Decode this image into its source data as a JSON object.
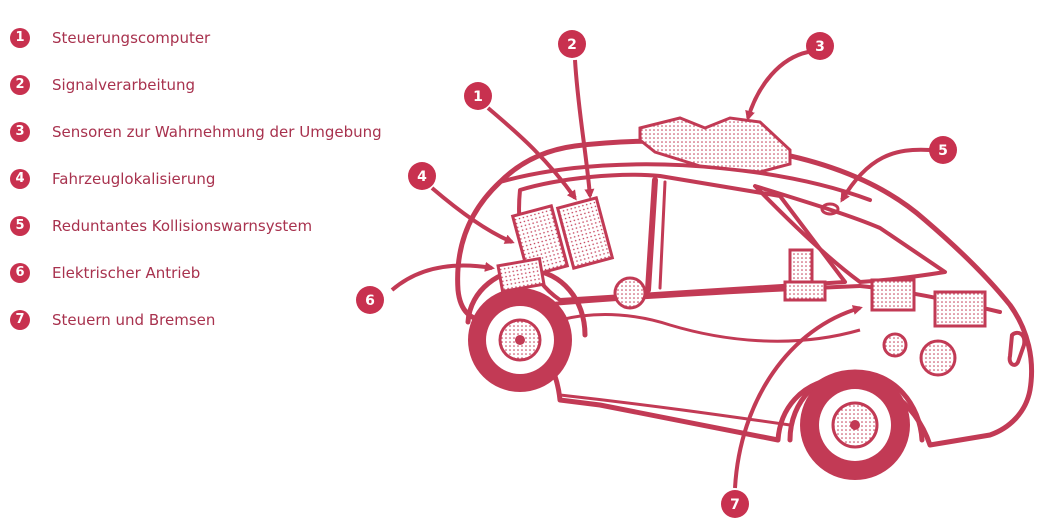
{
  "colors": {
    "accent": "#c8314f",
    "label_text": "#a8324e",
    "illustration": "#c23a55",
    "callout_text": "#ffffff"
  },
  "legend": [
    {
      "number": "1",
      "label": "Steuerungscomputer"
    },
    {
      "number": "2",
      "label": "Signalverarbeitung"
    },
    {
      "number": "3",
      "label": "Sensoren zur Wahrnehmung der Umgebung"
    },
    {
      "number": "4",
      "label": "Fahrzeuglokalisierung"
    },
    {
      "number": "5",
      "label": "Reduntantes Kollisionswarnsystem"
    },
    {
      "number": "6",
      "label": "Elektrischer Antrieb"
    },
    {
      "number": "7",
      "label": "Steuern und Bremsen"
    }
  ],
  "callouts": [
    {
      "number": "1"
    },
    {
      "number": "2"
    },
    {
      "number": "3"
    },
    {
      "number": "4"
    },
    {
      "number": "5"
    },
    {
      "number": "6"
    },
    {
      "number": "7"
    }
  ]
}
